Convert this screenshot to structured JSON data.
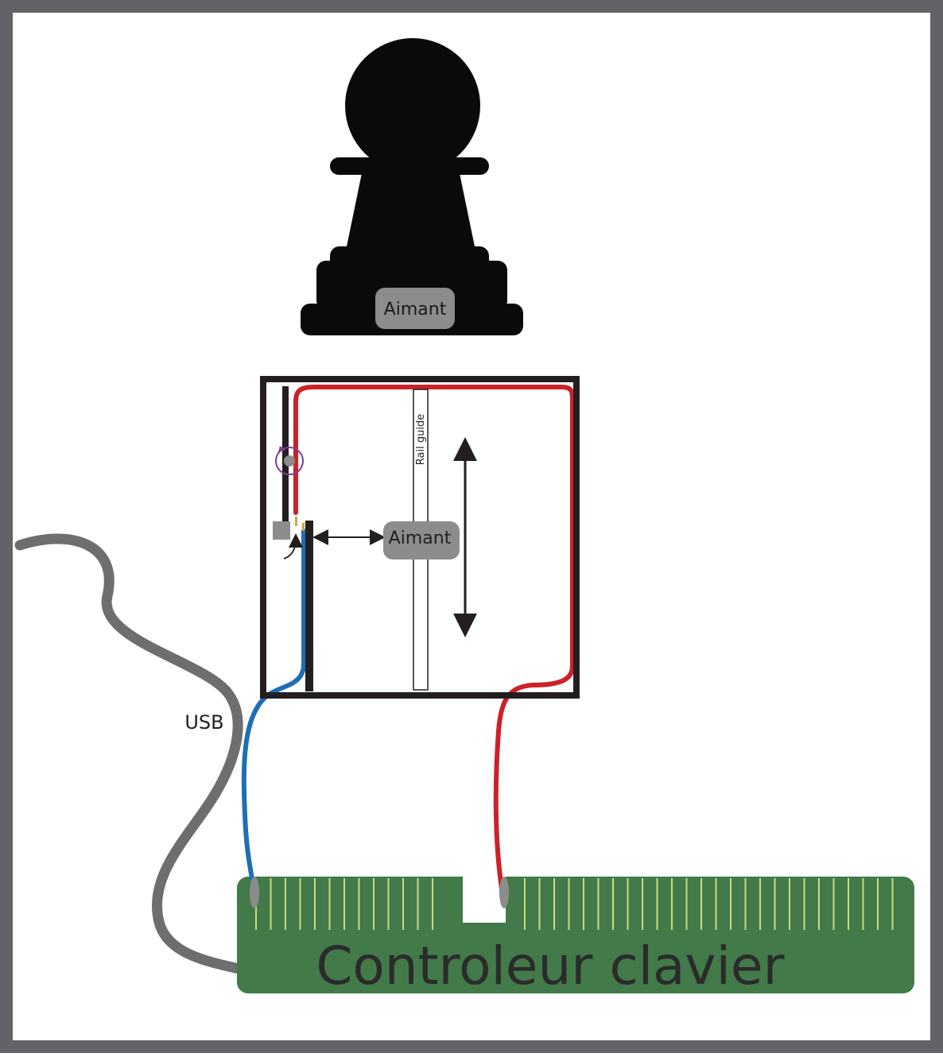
{
  "pawn": {
    "magnet_label": "Aimant"
  },
  "sensor_box": {
    "rail_label": "Rail guide",
    "magnet_label": "Aimant"
  },
  "cable": {
    "usb_label": "USB"
  },
  "controller": {
    "label": "Controleur clavier"
  },
  "colors": {
    "frame": "#626366",
    "pawn": "#0a0a0a",
    "magnet": "#8c8c8c",
    "wire_red": "#cc2128",
    "wire_blue": "#1f6eb5",
    "usb_cable": "#6d6e70",
    "pcb": "#427a4a",
    "pcb_pins": "#c9de7a",
    "pivot_arrow": "#7b3f97"
  }
}
